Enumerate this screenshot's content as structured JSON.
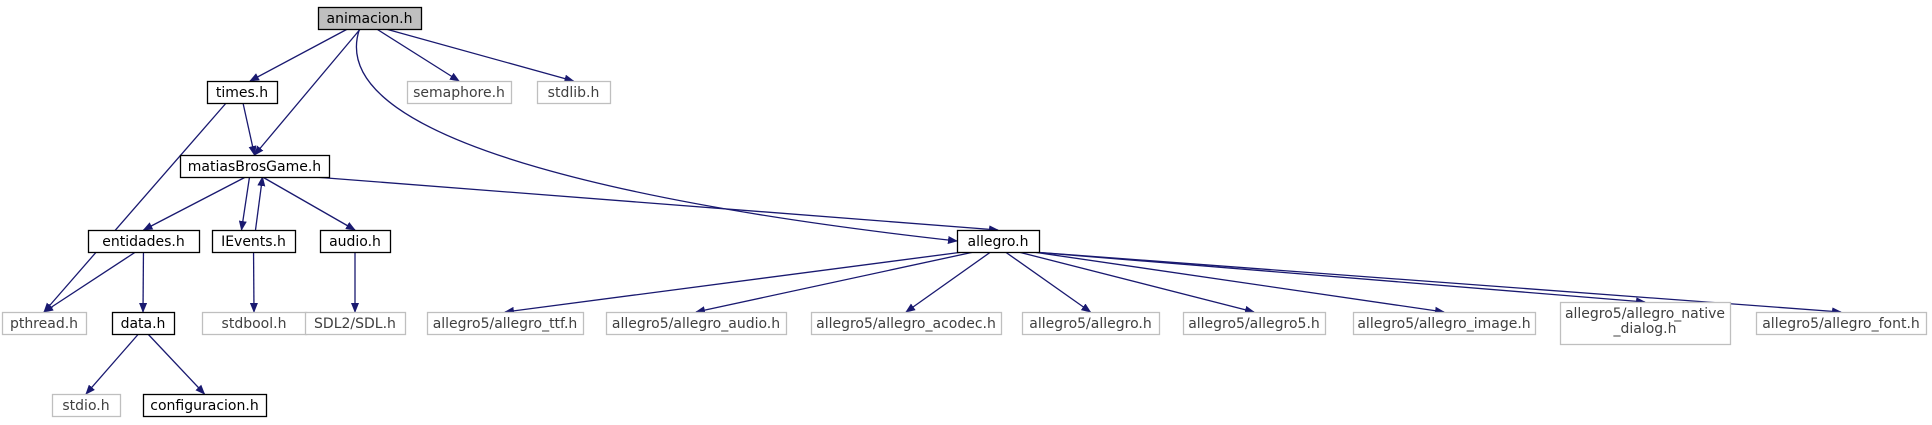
{
  "colors": {
    "edge": "#191970",
    "node_border_internal": "#000000",
    "node_border_external": "#bfbfbf",
    "text_internal": "#000000",
    "text_external": "#404040",
    "root_fill": "#bfbfbf",
    "node_fill": "#ffffff"
  },
  "nodes": [
    {
      "id": "animacion",
      "label": "animacion.h",
      "kind": "root"
    },
    {
      "id": "times",
      "label": "times.h",
      "kind": "internal"
    },
    {
      "id": "semaphore",
      "label": "semaphore.h",
      "kind": "external"
    },
    {
      "id": "stdlib",
      "label": "stdlib.h",
      "kind": "external"
    },
    {
      "id": "matias",
      "label": "matiasBrosGame.h",
      "kind": "internal"
    },
    {
      "id": "entidades",
      "label": "entidades.h",
      "kind": "internal"
    },
    {
      "id": "ievents",
      "label": "IEvents.h",
      "kind": "internal"
    },
    {
      "id": "audio",
      "label": "audio.h",
      "kind": "internal"
    },
    {
      "id": "allegro",
      "label": "allegro.h",
      "kind": "internal"
    },
    {
      "id": "pthread",
      "label": "pthread.h",
      "kind": "external"
    },
    {
      "id": "data",
      "label": "data.h",
      "kind": "internal"
    },
    {
      "id": "stdbool",
      "label": "stdbool.h",
      "kind": "external"
    },
    {
      "id": "sdl",
      "label": "SDL2/SDL.h",
      "kind": "external"
    },
    {
      "id": "ttf",
      "label": "allegro5/allegro_ttf.h",
      "kind": "external"
    },
    {
      "id": "aaudio",
      "label": "allegro5/allegro_audio.h",
      "kind": "external"
    },
    {
      "id": "acodec",
      "label": "allegro5/allegro_acodec.h",
      "kind": "external"
    },
    {
      "id": "a5allegro",
      "label": "allegro5/allegro.h",
      "kind": "external"
    },
    {
      "id": "allegro5",
      "label": "allegro5/allegro5.h",
      "kind": "external"
    },
    {
      "id": "image",
      "label": "allegro5/allegro_image.h",
      "kind": "external"
    },
    {
      "id": "native",
      "label": "allegro5/allegro_native\n_dialog.h",
      "kind": "external"
    },
    {
      "id": "font",
      "label": "allegro5/allegro_font.h",
      "kind": "external"
    },
    {
      "id": "stdio",
      "label": "stdio.h",
      "kind": "external"
    },
    {
      "id": "config",
      "label": "configuracion.h",
      "kind": "internal"
    }
  ],
  "edges": [
    [
      "animacion",
      "times"
    ],
    [
      "animacion",
      "matias"
    ],
    [
      "animacion",
      "allegro"
    ],
    [
      "animacion",
      "semaphore"
    ],
    [
      "animacion",
      "stdlib"
    ],
    [
      "times",
      "matias"
    ],
    [
      "times",
      "pthread"
    ],
    [
      "matias",
      "entidades"
    ],
    [
      "matias",
      "ievents"
    ],
    [
      "matias",
      "audio"
    ],
    [
      "matias",
      "allegro"
    ],
    [
      "ievents",
      "matias"
    ],
    [
      "entidades",
      "pthread"
    ],
    [
      "entidades",
      "data"
    ],
    [
      "ievents",
      "stdbool"
    ],
    [
      "audio",
      "sdl"
    ],
    [
      "data",
      "stdio"
    ],
    [
      "data",
      "config"
    ],
    [
      "allegro",
      "ttf"
    ],
    [
      "allegro",
      "aaudio"
    ],
    [
      "allegro",
      "acodec"
    ],
    [
      "allegro",
      "a5allegro"
    ],
    [
      "allegro",
      "allegro5"
    ],
    [
      "allegro",
      "image"
    ],
    [
      "allegro",
      "native"
    ],
    [
      "allegro",
      "font"
    ]
  ]
}
